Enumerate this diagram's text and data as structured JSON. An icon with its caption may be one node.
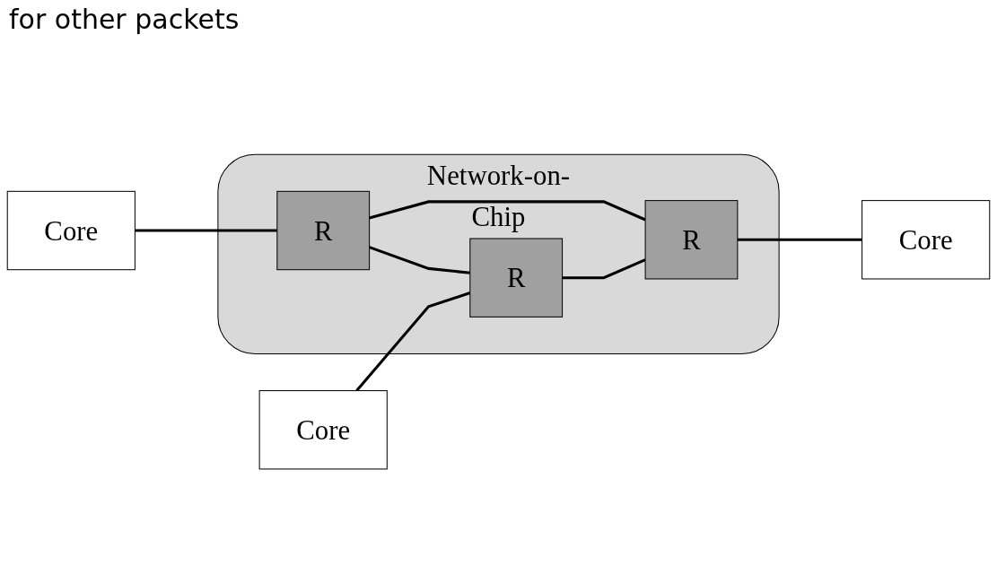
{
  "diagram": {
    "nodes": [
      {
        "text": [
          "Core"
        ]
      },
      {
        "text": [
          "Network-on-Chip"
        ]
      },
      {
        "text": [
          "R"
        ],
        "in": 1
      },
      {
        "text": [
          "R"
        ],
        "in": 1
      },
      {
        "text": [
          "Core"
        ]
      },
      {
        "text": [
          "Core"
        ]
      },
      {
        "text": [
          "R"
        ],
        "in": 1
      }
    ],
    "edges": [
      {
        "from": 0,
        "to": 2,
        "arrow": "none"
      },
      {
        "from": 2,
        "to": 3,
        "arrow": "none"
      },
      {
        "from": 3,
        "to": 4,
        "arrow": "none"
      },
      {
        "from": 2,
        "to": 6,
        "arrow": "none"
      },
      {
        "from": 6,
        "to": 3,
        "arrow": "none"
      },
      {
        "from": 5,
        "to": 6,
        "arrow": "none"
      }
    ],
    "labels": [
      "for other packets"
    ]
  }
}
